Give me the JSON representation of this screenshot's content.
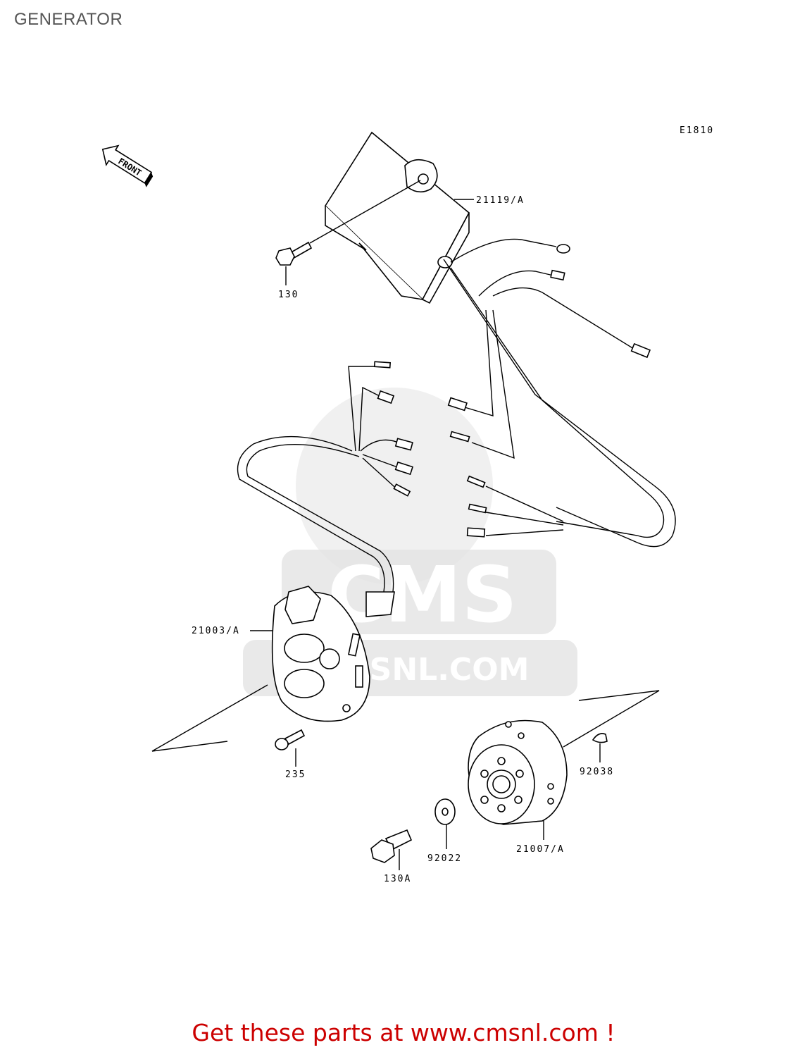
{
  "title": "GENERATOR",
  "diagram_code": "E1810",
  "front_marker": "FRONT",
  "watermark": {
    "logo_text": "CMS",
    "url_text": "CMSNL.COM"
  },
  "callouts": [
    {
      "id": "p21119",
      "label": "21119/A"
    },
    {
      "id": "p130",
      "label": "130"
    },
    {
      "id": "p21003",
      "label": "21003/A"
    },
    {
      "id": "p235",
      "label": "235"
    },
    {
      "id": "p92038",
      "label": "92038"
    },
    {
      "id": "p21007",
      "label": "21007/A"
    },
    {
      "id": "p92022",
      "label": "92022"
    },
    {
      "id": "p130a",
      "label": "130A"
    }
  ],
  "footer_text": "Get these parts at www.cmsnl.com !"
}
